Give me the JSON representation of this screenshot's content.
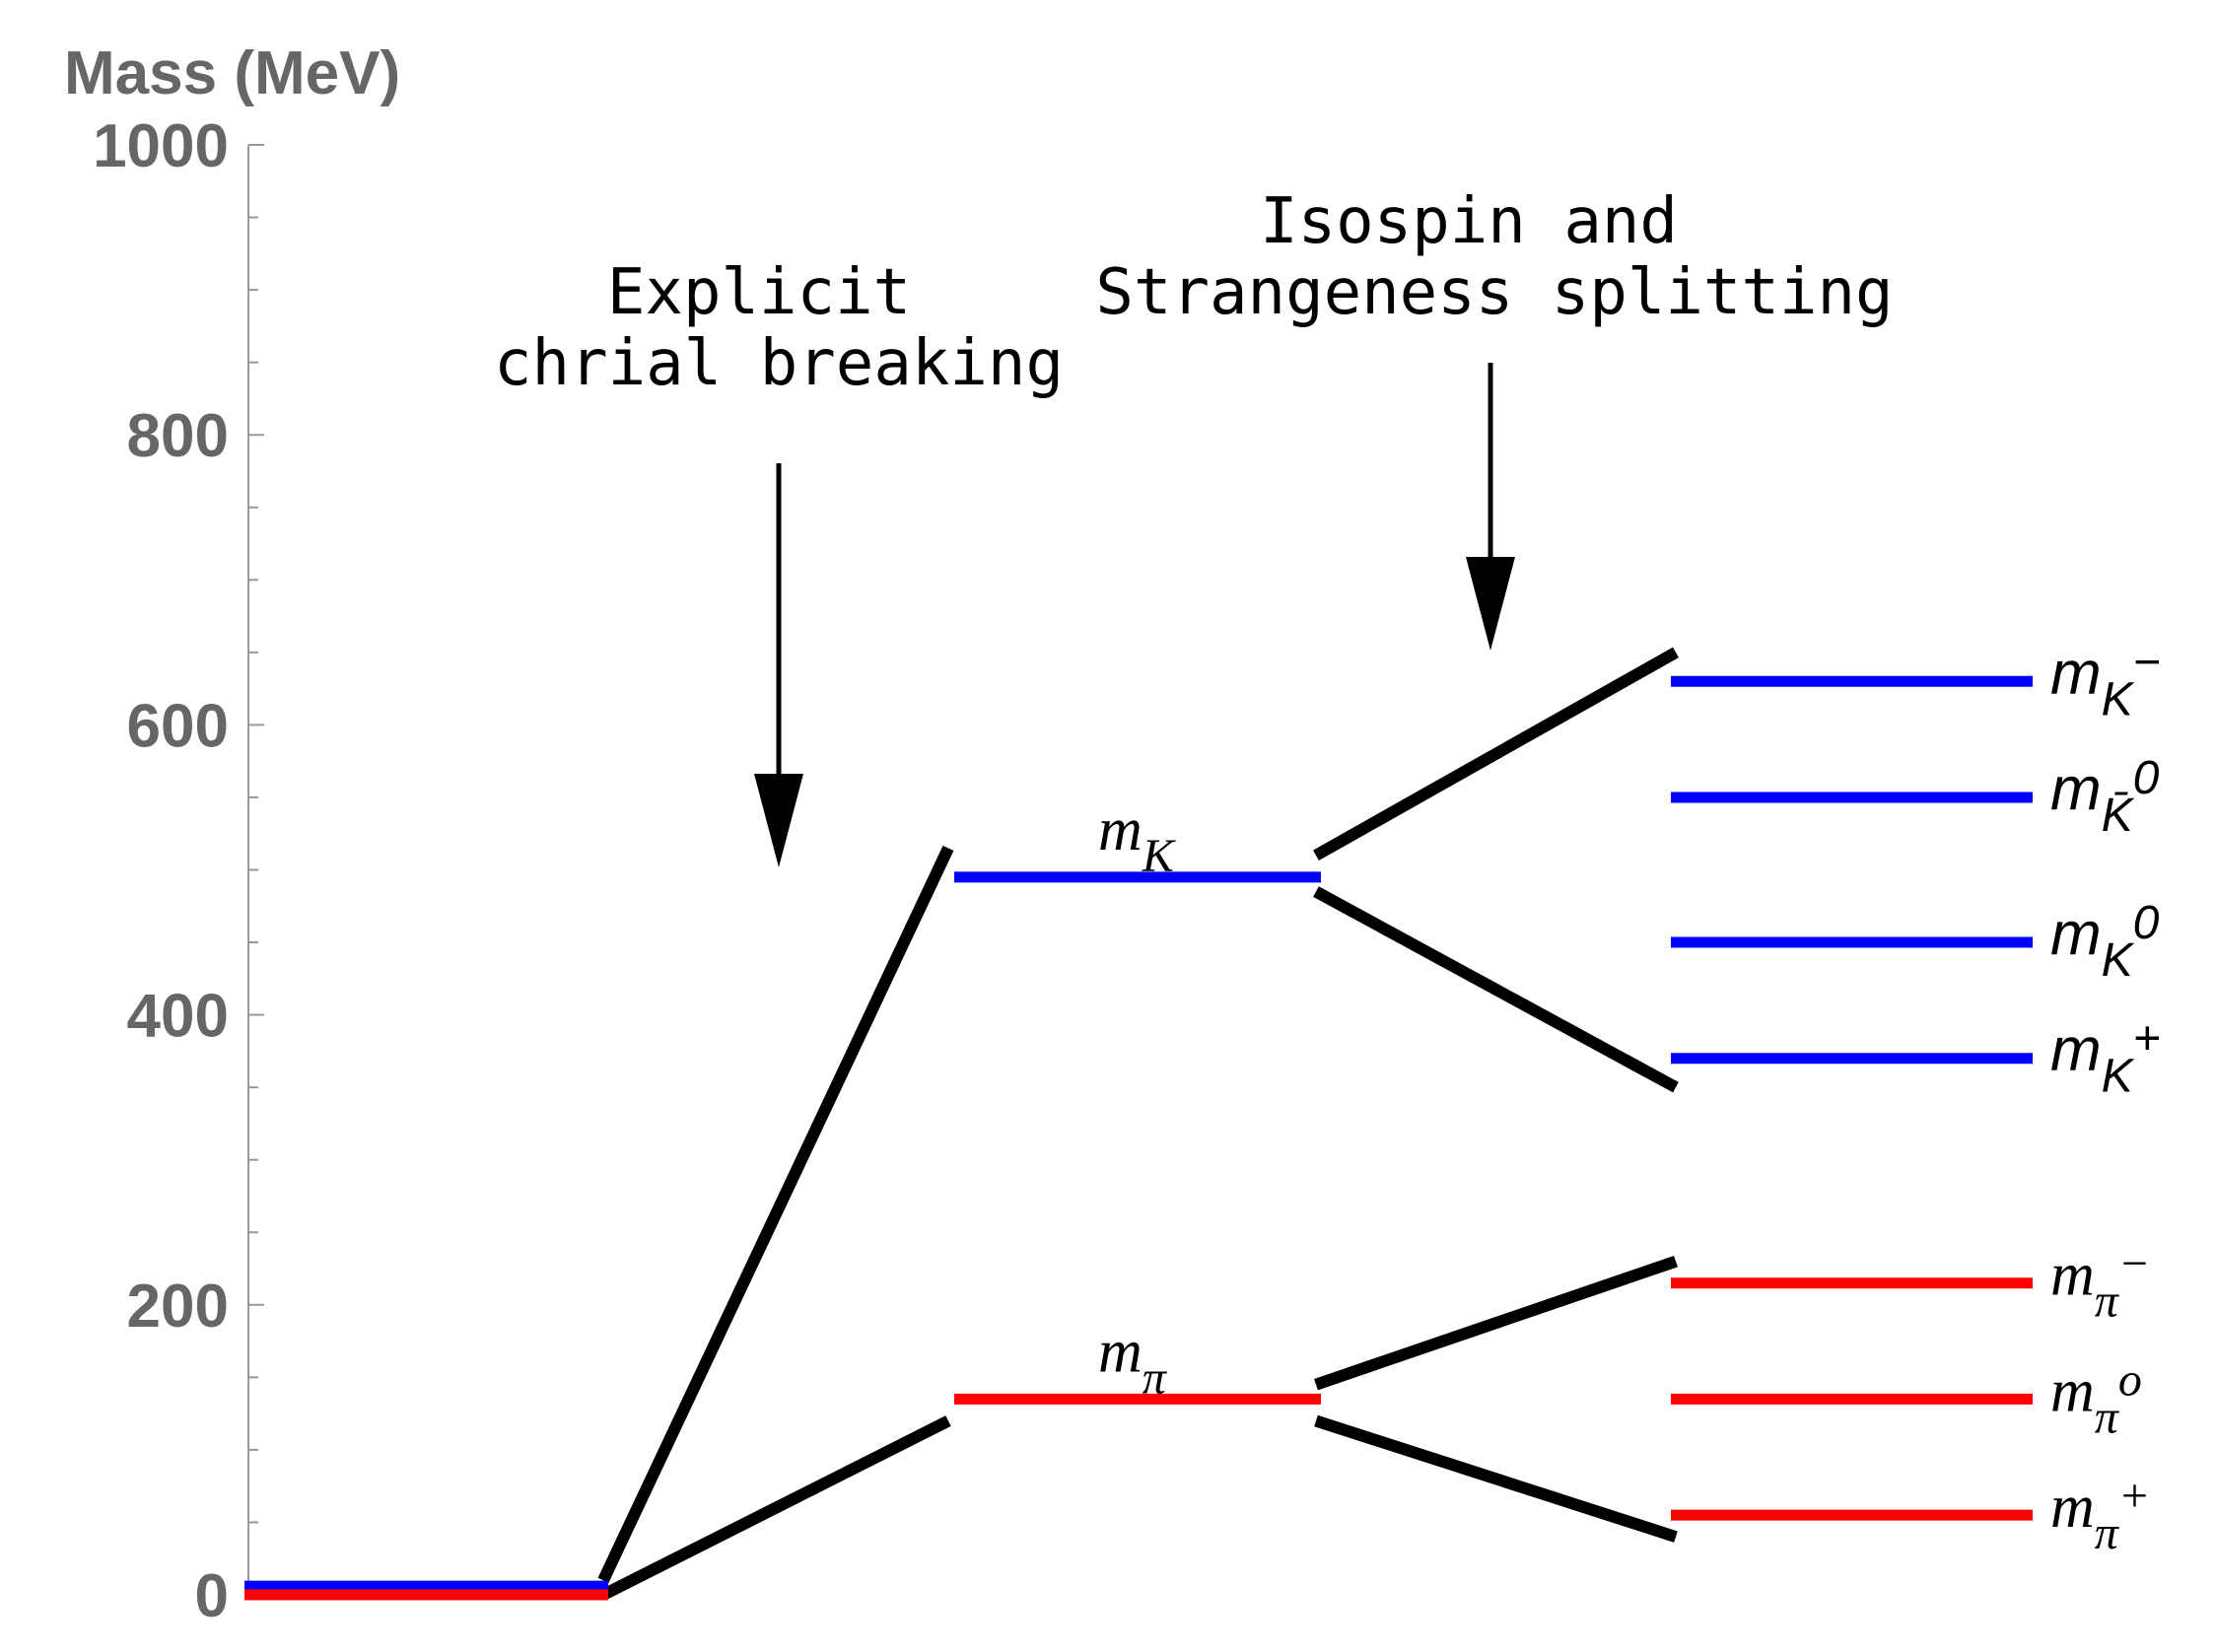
{
  "axis": {
    "title": "Mass (MeV)",
    "ylim": [
      0,
      1000
    ],
    "major_ticks": [
      0,
      200,
      400,
      600,
      800,
      1000
    ],
    "minor_step": 50
  },
  "annotations": {
    "explicit_line1": "Explicit",
    "explicit_line2": "chrial breaking",
    "isospin_line1": "Isospin and",
    "isospin_line2": "Strangeness splitting"
  },
  "colors": {
    "kaon": "#0000ff",
    "pion": "#ff0000",
    "connector": "#000000",
    "axis": "#666666"
  },
  "chart_data": {
    "type": "level-diagram",
    "ylabel": "Mass (MeV)",
    "ylim": [
      0,
      1000
    ],
    "stages": [
      {
        "name": "massless",
        "levels": [
          {
            "family": "kaon",
            "mass": 6
          },
          {
            "family": "pion",
            "mass": 0
          }
        ]
      },
      {
        "name": "explicit",
        "levels": [
          {
            "family": "kaon",
            "mass": 495,
            "label": {
              "base": "m",
              "sub": "K"
            }
          },
          {
            "family": "pion",
            "mass": 135,
            "label": {
              "base": "m",
              "sub": "π"
            }
          }
        ]
      },
      {
        "name": "split",
        "levels": [
          {
            "family": "kaon",
            "mass": 630,
            "label": {
              "base": "m",
              "sub": "K",
              "sup": "−"
            }
          },
          {
            "family": "kaon",
            "mass": 550,
            "label": {
              "base": "m",
              "sub": "K̄",
              "sup": "0"
            }
          },
          {
            "family": "kaon",
            "mass": 450,
            "label": {
              "base": "m",
              "sub": "K",
              "sup": "0"
            }
          },
          {
            "family": "kaon",
            "mass": 370,
            "label": {
              "base": "m",
              "sub": "K",
              "sup": "+"
            }
          },
          {
            "family": "pion",
            "mass": 215,
            "label": {
              "base": "m",
              "sub": "π",
              "sup": "−"
            }
          },
          {
            "family": "pion",
            "mass": 135,
            "label": {
              "base": "m",
              "sub": "π",
              "sup": "o"
            }
          },
          {
            "family": "pion",
            "mass": 55,
            "label": {
              "base": "m",
              "sub": "π",
              "sup": "+"
            }
          }
        ]
      }
    ],
    "connectors": [
      {
        "from": 10,
        "to": 515
      },
      {
        "from": 0,
        "to": 120
      },
      {
        "from": 510,
        "to": 650
      },
      {
        "from": 485,
        "to": 350
      },
      {
        "from": 145,
        "to": 230
      },
      {
        "from": 120,
        "to": 40
      }
    ]
  }
}
